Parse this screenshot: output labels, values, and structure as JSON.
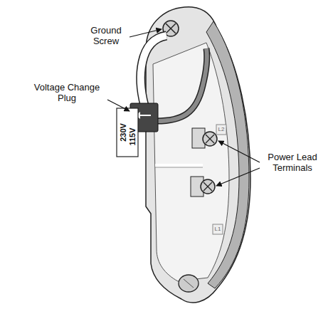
{
  "diagram": {
    "labels": [
      "Ground Screw",
      "Voltage Change Plug",
      "230V",
      "115V",
      "L2",
      "Power Lead Terminals",
      "L1"
    ]
  }
}
